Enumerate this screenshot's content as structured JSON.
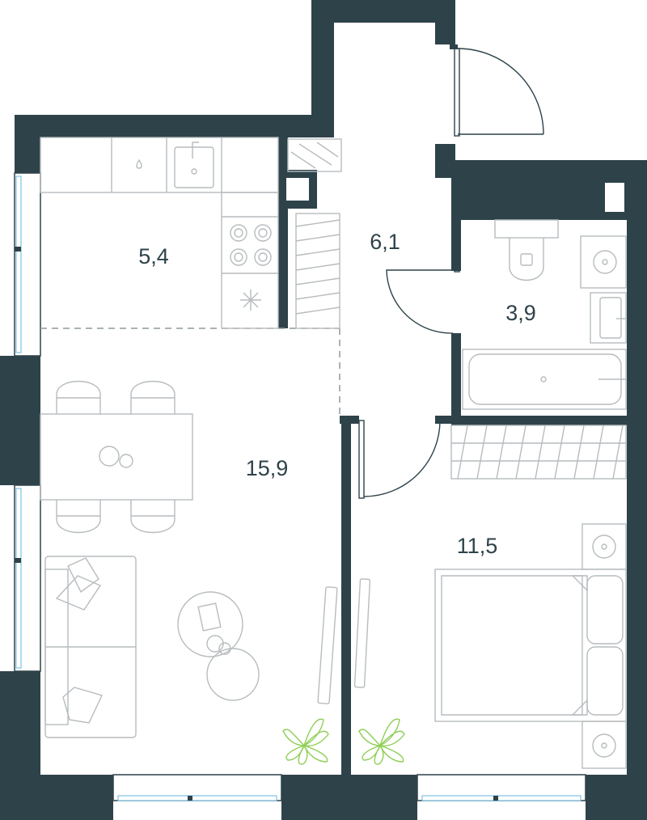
{
  "plan": {
    "rooms": [
      {
        "id": "kitchen",
        "area": "5,4"
      },
      {
        "id": "hall",
        "area": "6,1"
      },
      {
        "id": "bathroom",
        "area": "3,9"
      },
      {
        "id": "living-room",
        "area": "15,9"
      },
      {
        "id": "bedroom",
        "area": "11,5"
      }
    ],
    "colors": {
      "walls": "#2e424a",
      "furniture": "#b7bcbe",
      "windows": "#7ec0e3",
      "plants": "#8fcf55"
    }
  }
}
